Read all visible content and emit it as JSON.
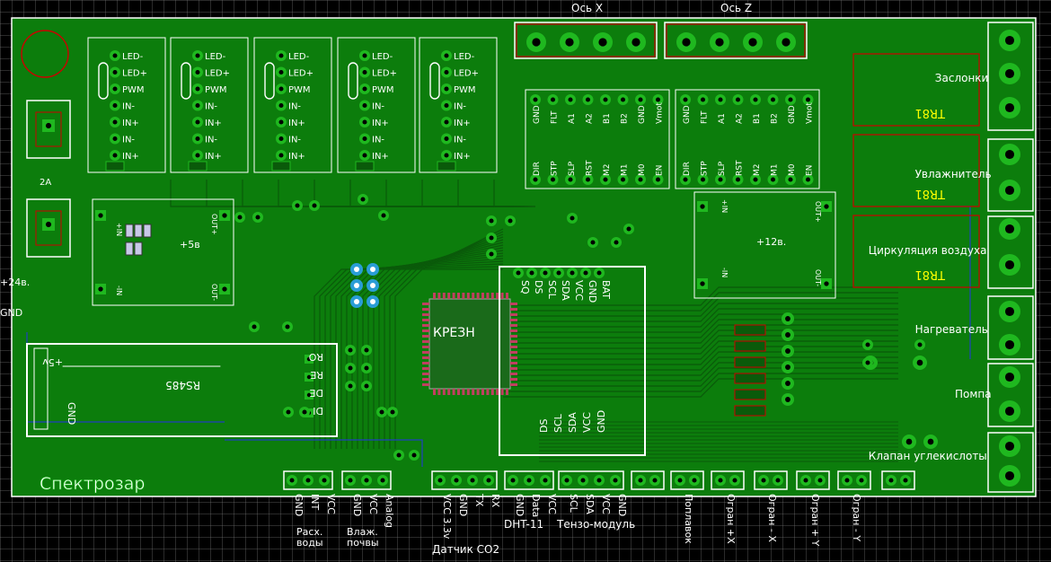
{
  "board": {
    "axis_x": "Ось X",
    "axis_z": "Ось Z",
    "brand": "Спектрозар",
    "v24": "+24в.",
    "gnd": "GND",
    "v5": "+5в",
    "v12": "+12в.",
    "rs485": "RS485",
    "chip": "КРЕЗН",
    "relay": "TR81",
    "dht11": "DHT-11",
    "tenzo": "Тензо-модуль",
    "co2": "Датчик CO2",
    "rashod": "Расх. воды",
    "vlazh": "Влаж. почвы",
    "fuse": "2A"
  },
  "drivers": {
    "top_pins": [
      "GND",
      "FLT",
      "A1",
      "A2",
      "B1",
      "B2",
      "GND",
      "Vmot"
    ],
    "bottom_pins": [
      "DIR",
      "STP",
      "SLP",
      "RST",
      "M2",
      "M1",
      "M0",
      "EN"
    ]
  },
  "led_module_pins": [
    "LED-",
    "LED+",
    "PWM",
    "IN-",
    "IN+",
    "IN-",
    "IN+"
  ],
  "converter_labels": {
    "in_plus": "+IN",
    "in_minus": "-IN",
    "out_plus": "OUT+",
    "out_minus": "OUT-"
  },
  "rs485_pins": [
    "RO",
    "RE",
    "DE",
    "DI"
  ],
  "rs485_left": [
    "+5v",
    "GND"
  ],
  "rtc_pins": [
    "SQ",
    "DS",
    "SCL",
    "SDA",
    "VCC",
    "GND",
    "BAT"
  ],
  "rtc_bottom_pins": [
    "DS",
    "SCL",
    "SDA",
    "VCC",
    "GND"
  ],
  "loads": [
    "Заслонки",
    "Увлажнитель",
    "Циркуляция воздуха",
    "Нагреватель",
    "Помпа",
    "Клапан углекислоты"
  ],
  "bottom_connectors": [
    {
      "pins": [
        "GND",
        "INT",
        "VCC"
      ],
      "caption": "Расх. воды"
    },
    {
      "pins": [
        "GND",
        "VCC",
        "Analog"
      ],
      "caption": "Влаж. почвы"
    },
    {
      "pins": [
        "VCC 3.3v",
        "GND",
        "TX",
        "RX"
      ],
      "caption": "Датчик CO2"
    },
    {
      "pins": [
        "GND",
        "Data",
        "VCC"
      ],
      "caption": "DHT-11"
    },
    {
      "pins": [
        "SCL",
        "SDA",
        "VCC",
        "GND"
      ],
      "caption": "Тензо-модуль"
    }
  ],
  "limit_switches": [
    "Поплавок",
    "Огран +X",
    "Огран - X",
    "Огран + Y",
    "Огран - Y"
  ],
  "colors": {
    "copper": "#0f8a0f",
    "copper_dark": "#0a6a0a",
    "silk": "#ffffff",
    "pad": "#1fb81f",
    "drill": "#000000",
    "accent": "#cc0000",
    "via": "#2a9dd6",
    "blue_trace": "#2040c0"
  }
}
